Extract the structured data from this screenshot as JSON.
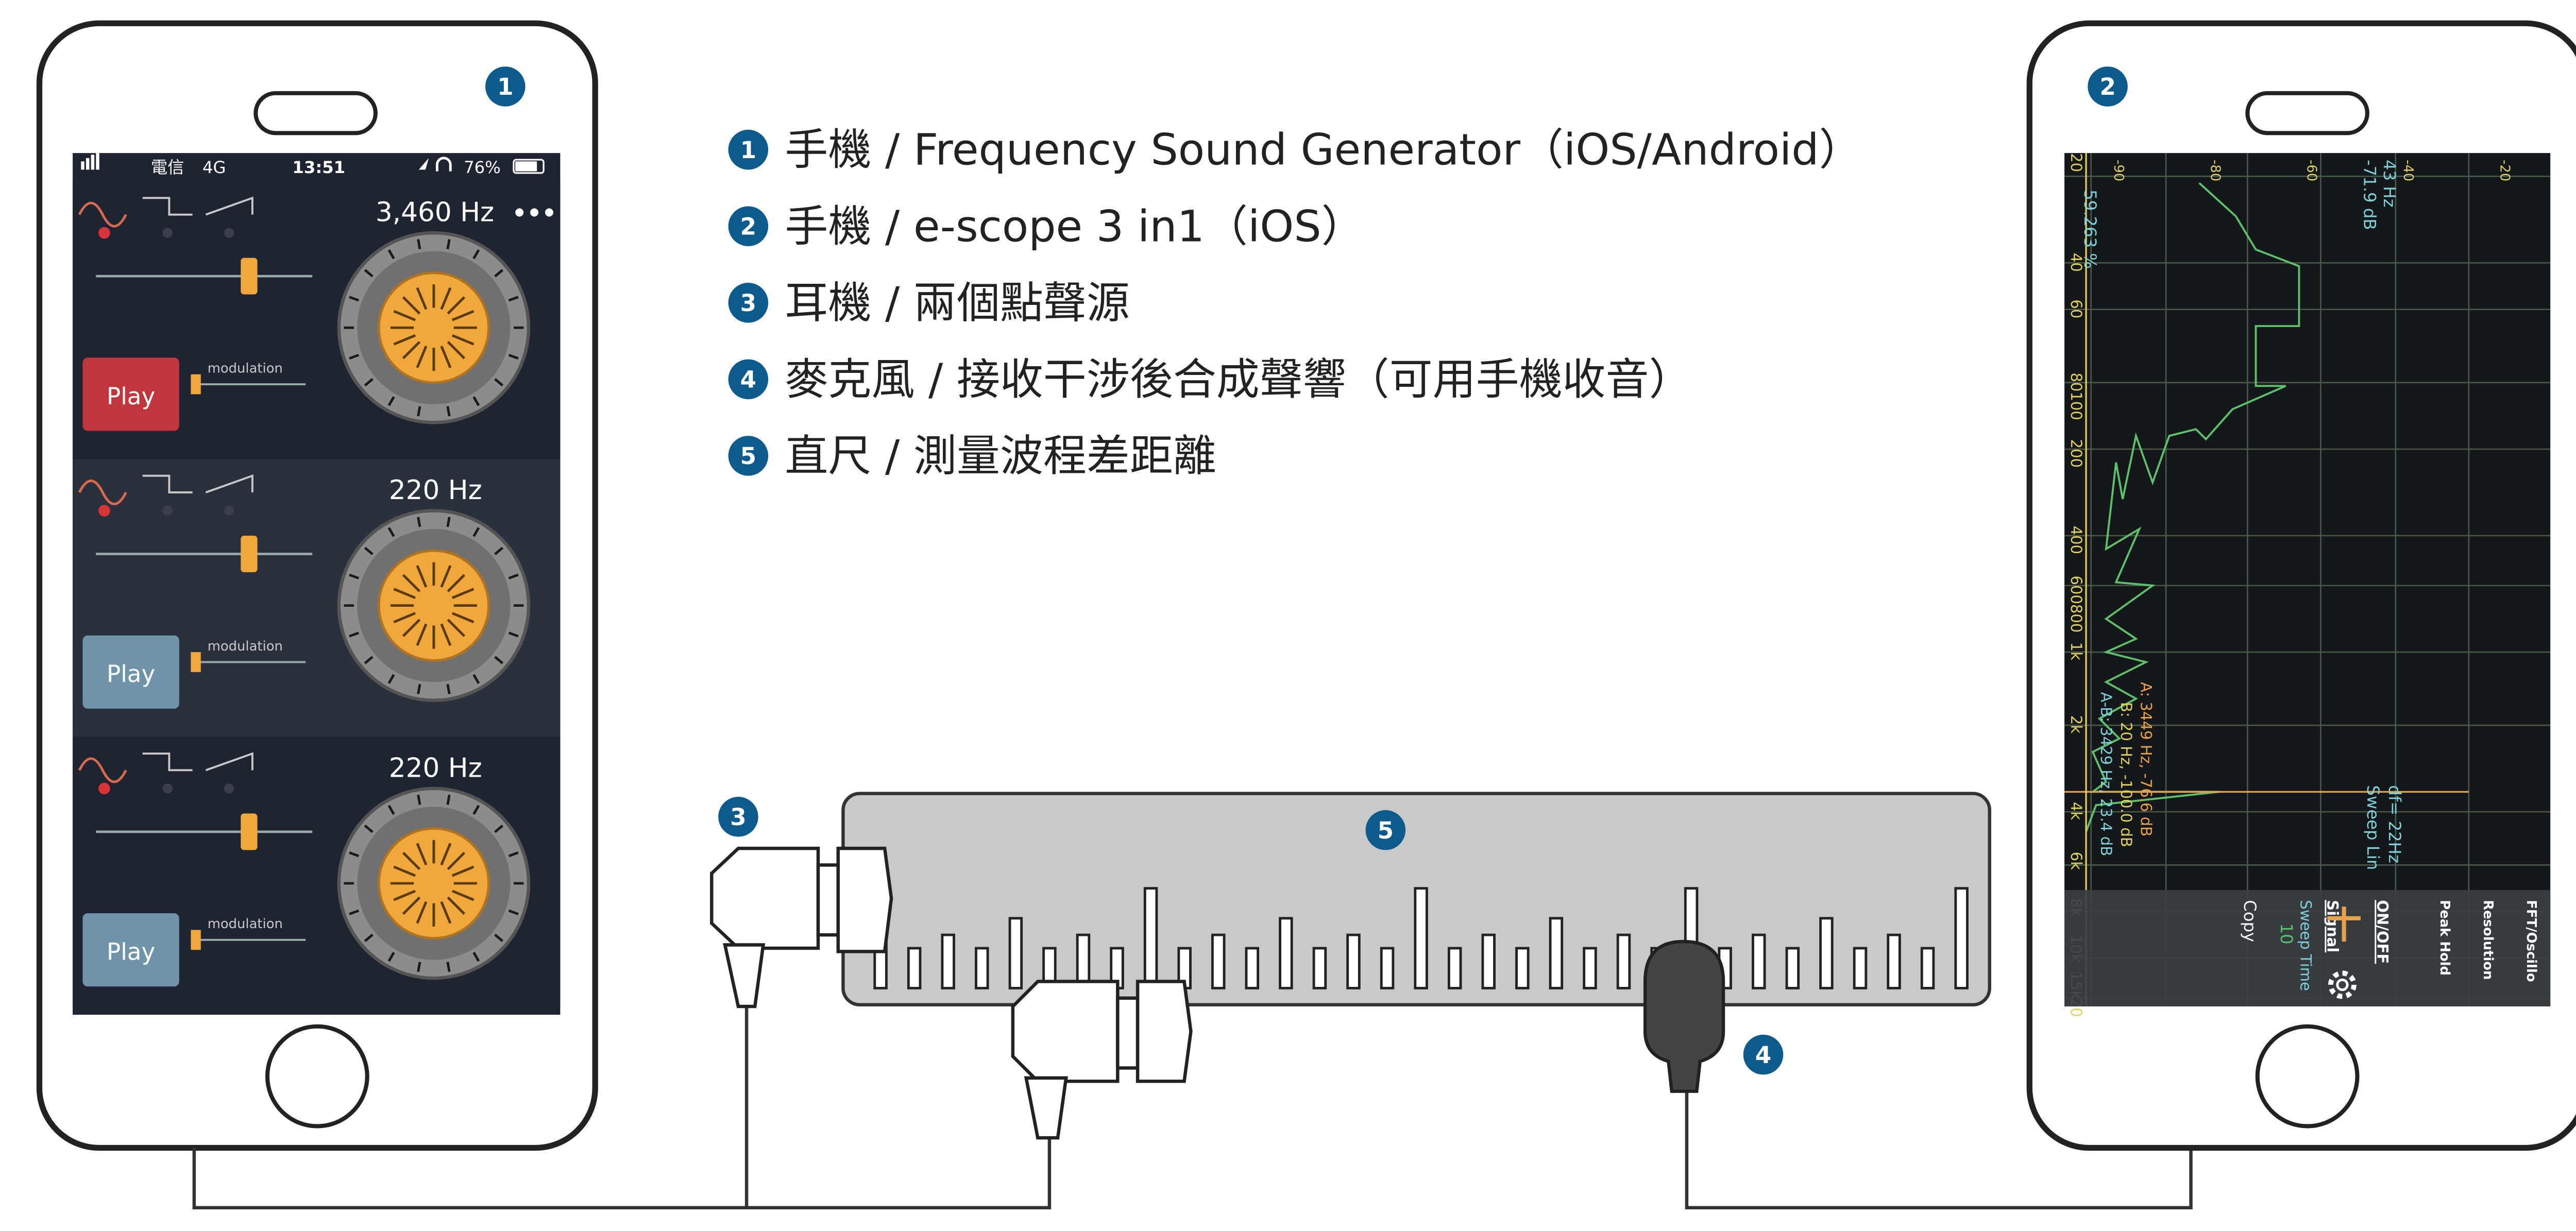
{
  "left_phone": {
    "badge": "1",
    "status": {
      "carrier": "電信",
      "network": "4G",
      "time": "13:51",
      "battery": "76%"
    },
    "more_glyph": "•••",
    "generators": [
      {
        "freq": "3,460 Hz",
        "play_label": "Play",
        "modulation_label": "modulation",
        "active": true
      },
      {
        "freq": "220 Hz",
        "play_label": "Play",
        "modulation_label": "modulation",
        "active": false
      },
      {
        "freq": "220 Hz",
        "play_label": "Play",
        "modulation_label": "modulation",
        "active": false
      }
    ]
  },
  "legend": {
    "items": [
      {
        "num": "1",
        "text": "手機 / Frequency Sound Generator（iOS/Android）"
      },
      {
        "num": "2",
        "text": "手機 / e-scope 3 in1（iOS）"
      },
      {
        "num": "3",
        "text": "耳機 / 兩個點聲源"
      },
      {
        "num": "4",
        "text": "麥克風 / 接收干涉後合成聲響（可用手機收音）"
      },
      {
        "num": "5",
        "text": "直尺 / 測量波程差距離"
      }
    ]
  },
  "callouts": {
    "earphones": "3",
    "ruler": "5",
    "microphone": "4"
  },
  "right_phone": {
    "badge": "2",
    "readout": {
      "freq": "43 Hz",
      "level": "-71.9 dB"
    },
    "percent": "59.263 %",
    "db_ticks": [
      "-20",
      "-40",
      "-60",
      "-80",
      "-90"
    ],
    "freq_ticks": [
      "20",
      "40",
      "60",
      "80100",
      "200",
      "400",
      "600800",
      "1k",
      "2k",
      "4k",
      "6k",
      "8k",
      "10k",
      "15k",
      "20"
    ],
    "markers": {
      "a": "A: 3449 Hz, -76.6 dB",
      "b": "B: 20 Hz, -100.0 dB",
      "diff": "A-B: 3429 Hz, 23.4 dB"
    },
    "df": "df= 22Hz",
    "sweep_mode": "Sweep Lin",
    "controls": {
      "fft_oscillo": "FFT/Oscillo",
      "resolution": "Resolution",
      "peak_hold": "Peak Hold",
      "on_off": "ON/OFF",
      "signal": "Signal",
      "sweep_time": "Sweep Time",
      "sweep_value": "10",
      "copy": "Copy"
    },
    "colors": {
      "trace": "#5ec06a",
      "marker_a": "#e8a14a",
      "marker_b": "#e0d060",
      "text": "#7fd0d8"
    }
  },
  "colors": {
    "badge": "#0d5a8c",
    "phone_outline": "#222222",
    "app_bg": "#1e2431",
    "knob_orange": "#f0a83c",
    "play_active": "#c1353c",
    "play_idle": "#6f94a8",
    "ruler_fill": "#c9c9c9"
  }
}
